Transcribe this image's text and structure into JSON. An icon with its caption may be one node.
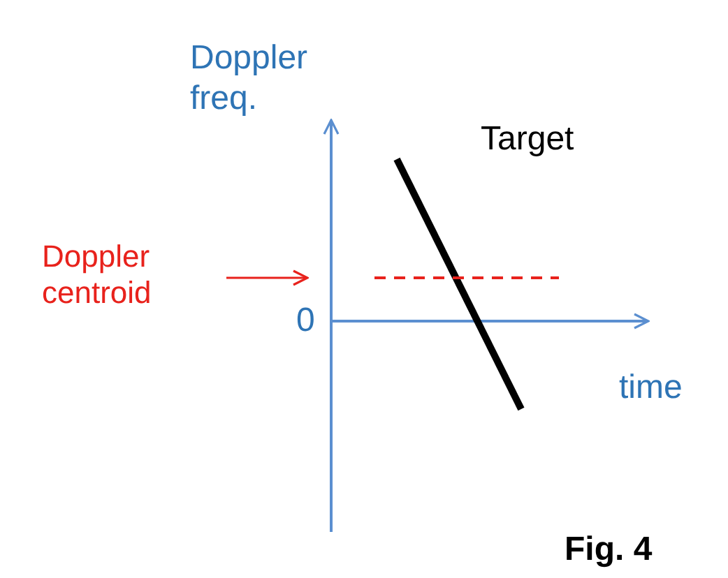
{
  "diagram": {
    "caption": "Fig. 4",
    "nodes": [
      {
        "text": [
          "Doppler centroid"
        ]
      },
      {
        "text": [],
        "shape": "line"
      }
    ],
    "edges": [
      {
        "from": 0,
        "to": 1,
        "arrow": "to"
      }
    ],
    "labels": [
      "Doppler freq.",
      "Target",
      "0",
      "time"
    ]
  }
}
